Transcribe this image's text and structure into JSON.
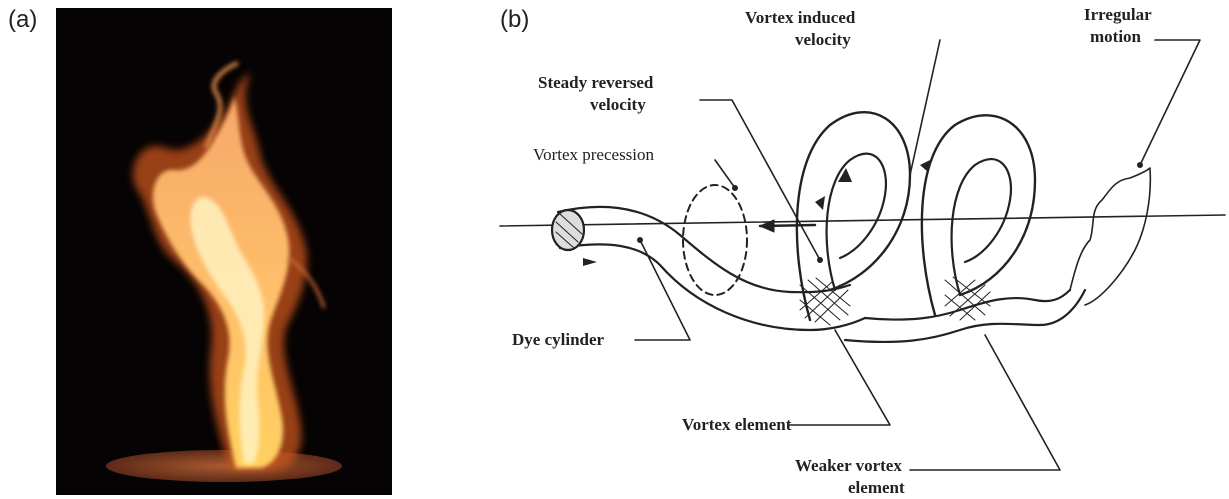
{
  "panels": {
    "a": {
      "label": "(a)"
    },
    "b": {
      "label": "(b)"
    }
  },
  "annotations": {
    "vortex_induced_line1": "Vortex induced",
    "vortex_induced_line2": "velocity",
    "irregular_line1": "Irregular",
    "irregular_line2": "motion",
    "steady_line1": "Steady reversed",
    "steady_line2": "velocity",
    "precession": "Vortex precession",
    "dye_cylinder": "Dye cylinder",
    "vortex_element": "Vortex element",
    "weaker_line1": "Weaker vortex",
    "weaker_line2": "element"
  },
  "colors": {
    "photo_background": "#060304",
    "flame_core": "#fff2c0",
    "flame_mid": "#f7b545",
    "flame_outer": "#c9541a",
    "burner": "#7a3c22",
    "ink": "#222222"
  }
}
